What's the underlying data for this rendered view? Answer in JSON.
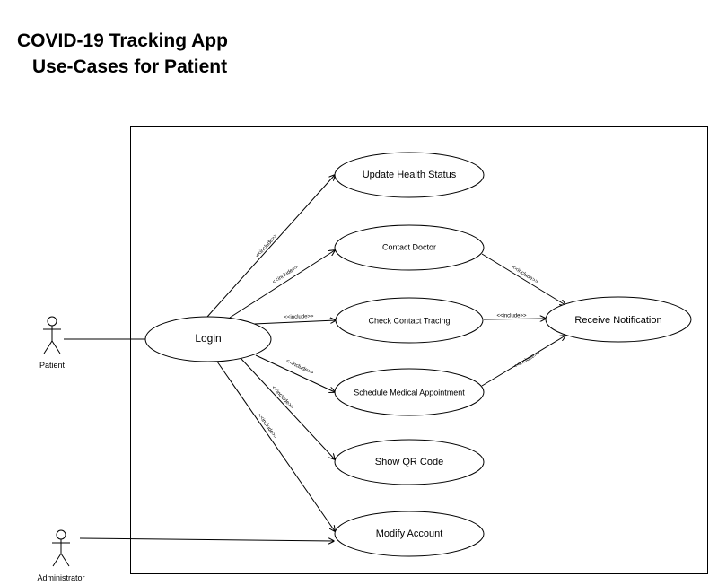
{
  "title": {
    "line1": "COVID-19 Tracking App",
    "line2": "Use-Cases for Patient"
  },
  "actors": {
    "patient": "Patient",
    "administrator": "Administrator"
  },
  "use_cases": {
    "login": "Login",
    "update_health_status": "Update Health Status",
    "contact_doctor": "Contact Doctor",
    "check_contact_tracing": "Check Contact Tracing",
    "schedule_medical_appointment": "Schedule Medical Appointment",
    "show_qr_code": "Show QR Code",
    "modify_account": "Modify Account",
    "receive_notification": "Receive Notification"
  },
  "relations": {
    "include": "<<include>>"
  }
}
